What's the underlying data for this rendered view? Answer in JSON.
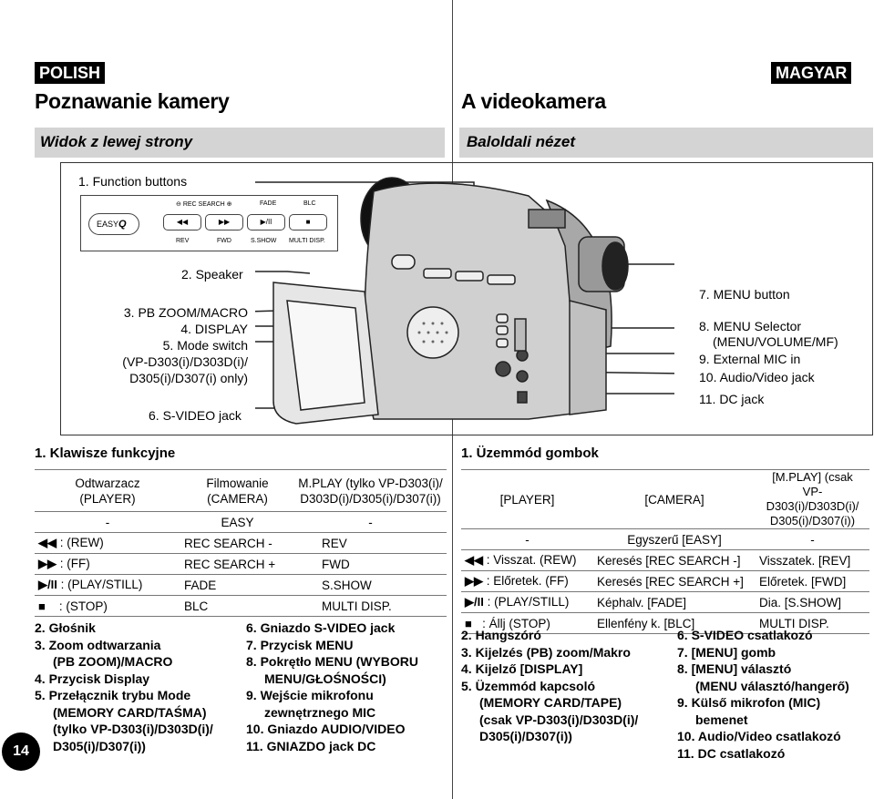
{
  "left": {
    "lang": "POLISH",
    "title": "Poznawanie kamery",
    "subtitle": "Widok z lewej strony",
    "section_title": "1.   Klawisze funkcyjne",
    "table": {
      "headers": [
        "Odtwarzacz\n(PLAYER)",
        "Filmowanie\n(CAMERA)",
        "M.PLAY (tylko VP-D303(i)/\nD303D(i)/D305(i)/D307(i))"
      ],
      "rows": [
        {
          "icon": "",
          "c1": "-",
          "c2": "EASY",
          "c3": "-"
        },
        {
          "icon": "rew-icon",
          "c1": ": (REW)",
          "c2": "REC SEARCH -",
          "c3": "REV"
        },
        {
          "icon": "ff-icon",
          "c1": ": (FF)",
          "c2": "REC SEARCH +",
          "c3": "FWD"
        },
        {
          "icon": "play-pause-icon",
          "c1": ": (PLAY/STILL)",
          "c2": "FADE",
          "c3": "S.SHOW"
        },
        {
          "icon": "stop-icon",
          "c1": ": (STOP)",
          "c2": "BLC",
          "c3": "MULTI DISP."
        }
      ]
    },
    "list_col1": [
      "2.  Głośnik",
      "3.  Zoom odtwarzania",
      "     (PB ZOOM)/MACRO",
      "4.  Przycisk Display",
      "5.  Przełącznik trybu Mode",
      "     (MEMORY CARD/TAŚMA)",
      "     (tylko VP-D303(i)/D303D(i)/",
      "     D305(i)/D307(i))"
    ],
    "list_col2": [
      "6.   Gniazdo S-VIDEO jack",
      "7.   Przycisk MENU",
      "8.   Pokrętło MENU (WYBORU",
      "      MENU/GŁOŚNOŚCI)",
      "9.   Wejście mikrofonu",
      "      zewnętrznego MIC",
      "10.  Gniazdo AUDIO/VIDEO",
      "11.  GNIAZDO jack DC"
    ],
    "page_number": "14"
  },
  "right": {
    "lang": "MAGYAR",
    "title": "A videokamera",
    "subtitle": "Baloldali nézet",
    "section_title": "1.   Üzemmód gombok",
    "table": {
      "headers": [
        "[PLAYER]",
        "[CAMERA]",
        "[M.PLAY] (csak\nVP-D303(i)/D303D(i)/\nD305(i)/D307(i))"
      ],
      "rows": [
        {
          "icon": "",
          "c1": "-",
          "c2": "Egyszerű [EASY]",
          "c3": "-"
        },
        {
          "icon": "rew-icon",
          "c1": ": Visszat. (REW)",
          "c2": "Keresés [REC SEARCH -]",
          "c3": "Visszatek. [REV]"
        },
        {
          "icon": "ff-icon",
          "c1": ": Előretek. (FF)",
          "c2": "Keresés [REC SEARCH +]",
          "c3": "Előretek. [FWD]"
        },
        {
          "icon": "play-pause-icon",
          "c1": ": (PLAY/STILL)",
          "c2": "Képhalv. [FADE]",
          "c3": "Dia. [S.SHOW]"
        },
        {
          "icon": "stop-icon",
          "c1": ": Állj (STOP)",
          "c2": "Ellenfény k. [BLC]",
          "c3": "MULTI DISP."
        }
      ]
    },
    "list_col1": [
      "2.  Hangszóró",
      "3.  Kijelzés (PB) zoom/Makro",
      "4.  Kijelző [DISPLAY]",
      "5.  Üzemmód kapcsoló",
      "     (MEMORY CARD/TAPE)",
      "     (csak VP-D303(i)/D303D(i)/",
      "     D305(i)/D307(i))"
    ],
    "list_col2": [
      "6.  S-VIDEO csatlakozó",
      "7.  [MENU] gomb",
      "8.  [MENU] választó",
      "     (MENU választó/hangerő)",
      "9.  Külső mikrofon (MIC)",
      "     bemenet",
      "10. Audio/Video csatlakozó",
      "11. DC csatlakozó"
    ]
  },
  "diagram": {
    "callouts_left": {
      "function_buttons": "1. Function buttons",
      "speaker": "2. Speaker",
      "pb_zoom": "3. PB ZOOM/MACRO",
      "display": "4. DISPLAY",
      "mode_switch": "5. Mode switch",
      "mode_note1": "(VP-D303(i)/D303D(i)/",
      "mode_note2": "D305(i)/D307(i) only)",
      "svideo": "6. S-VIDEO jack"
    },
    "callouts_right": {
      "menu_button": "7. MENU button",
      "menu_selector": "8. MENU Selector",
      "menu_selector_note": "(MENU/VOLUME/MF)",
      "ext_mic": "9. External MIC in",
      "av_jack": "10. Audio/Video jack",
      "dc_jack": "11. DC jack"
    },
    "panel": {
      "easy": "EASY",
      "rec_search": "REC SEARCH",
      "fade": "FADE",
      "blc": "BLC",
      "rev": "REV",
      "fwd": "FWD",
      "sshow": "S.SHOW",
      "multi": "MULTI DISP."
    }
  }
}
